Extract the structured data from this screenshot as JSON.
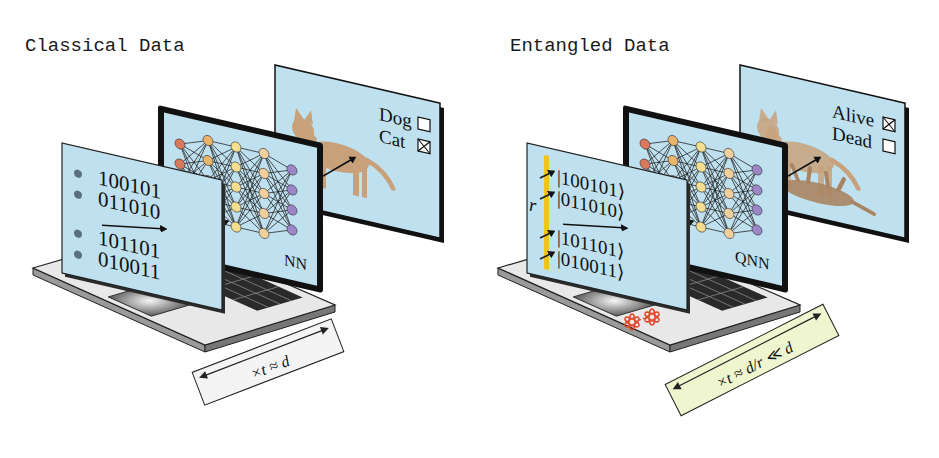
{
  "diagram": {
    "nodes": [
      {
        "text": [
          "100101",
          "011010",
          "101101",
          "010011"
        ]
      },
      {
        "text": [
          "NN"
        ]
      },
      {
        "text": [
          "Dog",
          "Cat"
        ]
      },
      {
        "text": [
          "×t ≈ d"
        ]
      },
      {
        "text": [
          "r",
          "|100101⟩",
          "|011010⟩",
          "|101101⟩",
          "|010011⟩"
        ]
      },
      {
        "text": [
          "QNN"
        ]
      },
      {
        "text": [
          "Alive",
          "Dead"
        ]
      },
      {
        "text": [
          "×t ≈ d/r ≪ d"
        ]
      }
    ],
    "labels": [
      "Classical Data",
      "Entangled Data"
    ]
  }
}
